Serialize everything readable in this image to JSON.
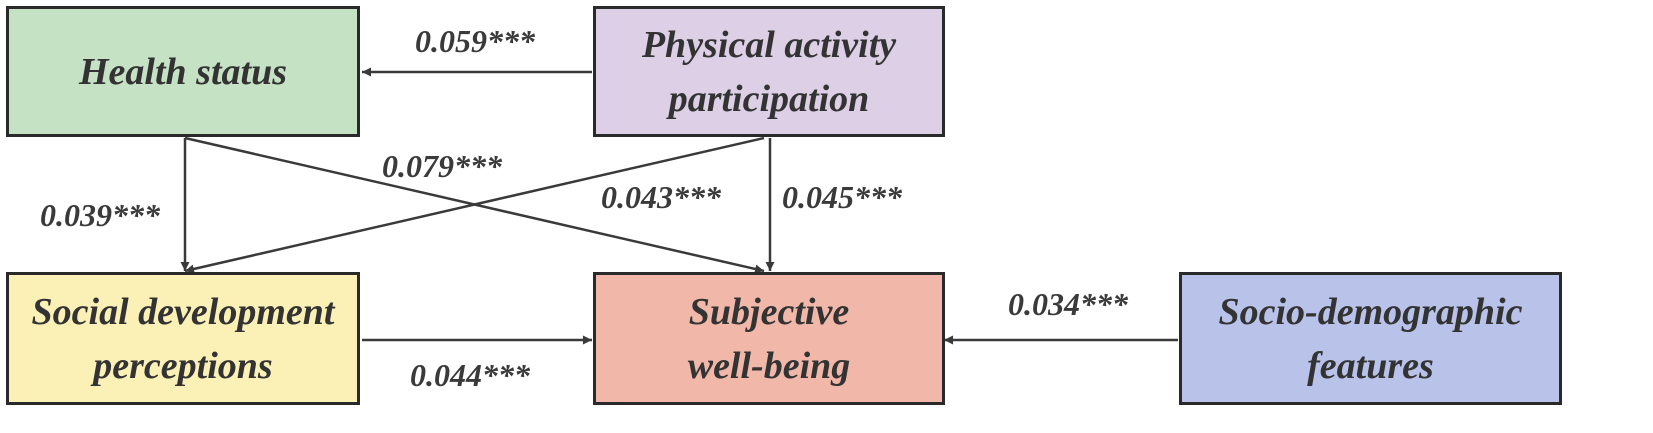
{
  "nodes": {
    "health": {
      "label": "Health status",
      "color": "#c6e2c4"
    },
    "physical": {
      "label": "Physical activity\nparticipation",
      "color": "#dccfe6"
    },
    "social": {
      "label": "Social development\nperceptions",
      "color": "#fbf0b6"
    },
    "swb": {
      "label": "Subjective\nwell-being",
      "color": "#f1b8aa"
    },
    "socio": {
      "label": "Socio-demographic\nfeatures",
      "color": "#b9c3ea"
    }
  },
  "paths": {
    "physical_to_health": "0.059***",
    "health_to_swb": "0.079***",
    "physical_to_social": "0.043***",
    "physical_to_swb": "0.045***",
    "health_to_social": "0.039***",
    "social_to_swb": "0.044***",
    "socio_to_swb": "0.034***"
  },
  "style": {
    "line_color": "#3a3a3a",
    "border_color": "#2a2a2a"
  }
}
